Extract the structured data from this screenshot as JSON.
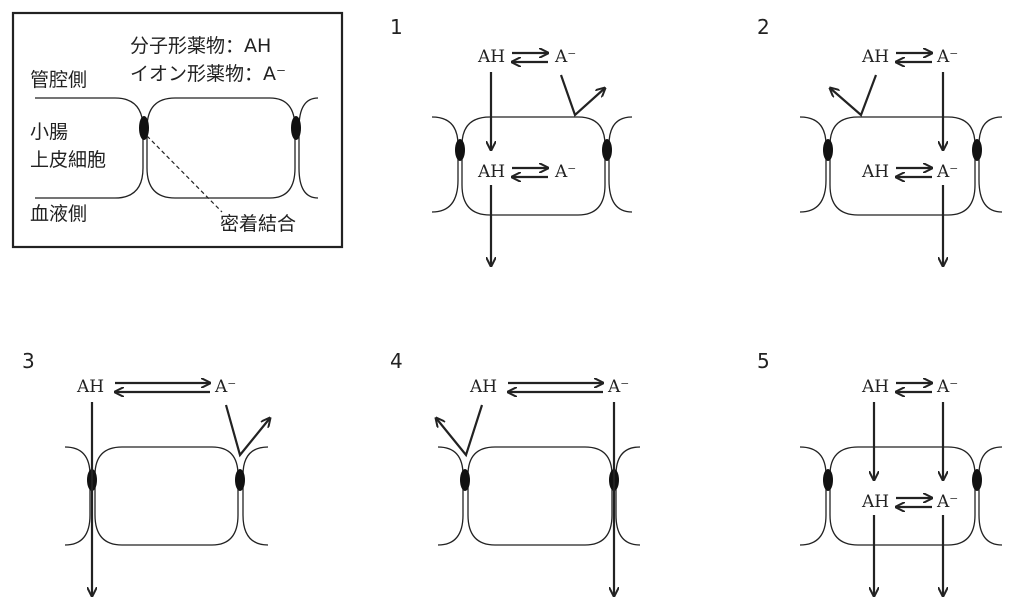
{
  "legend": {
    "line1": "分子形薬物：AH",
    "line2": "イオン形薬物：A⁻",
    "lumen": "管腔側",
    "intestine": "小腸",
    "epithelial": "上皮細胞",
    "blood": "血液側",
    "junction": "密着結合"
  },
  "labels": {
    "ah": "AH",
    "a": "A⁻"
  },
  "options": [
    {
      "number": "1"
    },
    {
      "number": "2"
    },
    {
      "number": "3"
    },
    {
      "number": "4"
    },
    {
      "number": "5"
    }
  ]
}
